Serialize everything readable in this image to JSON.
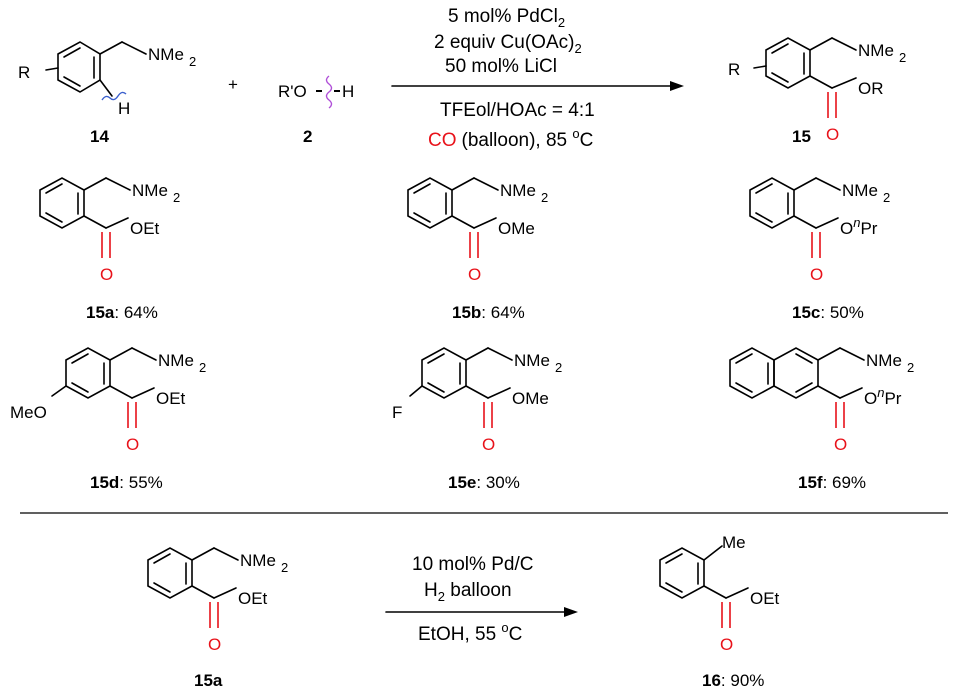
{
  "reaction_top": {
    "substrate": {
      "r_group": "R",
      "amine": "NMe",
      "amine_sub": "2",
      "h": "H",
      "id": "14"
    },
    "plus": "+",
    "reagent": {
      "label_left": "R'O",
      "label_right": "H",
      "id": "2"
    },
    "conditions": {
      "line1": "5 mol% PdCl",
      "line1_sub": "2",
      "line2": "2 equiv Cu(OAc)",
      "line2_sub": "2",
      "line3": "50 mol% LiCl",
      "line4": "TFEol/HOAc = 4:1",
      "line5_co": "CO",
      "line5_rest": "(balloon), 85 ",
      "line5_sup": "o",
      "line5_end": "C"
    },
    "product": {
      "r_group": "R",
      "amine": "NMe",
      "amine_sub": "2",
      "ester": "OR",
      "carbonyl_o": "O",
      "id": "15"
    }
  },
  "products": [
    {
      "id": "15a",
      "yield": ": 64%",
      "ester": "OEt",
      "amine": "NMe",
      "amine_sub": "2",
      "o": "O"
    },
    {
      "id": "15b",
      "yield": ": 64%",
      "ester": "OMe",
      "amine": "NMe",
      "amine_sub": "2",
      "o": "O"
    },
    {
      "id": "15c",
      "yield": ": 50%",
      "ester_o": "O",
      "ester_sup": "n",
      "ester_end": "Pr",
      "amine": "NMe",
      "amine_sub": "2",
      "o": "O"
    },
    {
      "id": "15d",
      "yield": ": 55%",
      "ester": "OEt",
      "sub": "MeO",
      "amine": "NMe",
      "amine_sub": "2",
      "o": "O"
    },
    {
      "id": "15e",
      "yield": ": 30%",
      "ester": "OMe",
      "sub": "F",
      "amine": "NMe",
      "amine_sub": "2",
      "o": "O"
    },
    {
      "id": "15f",
      "yield": ": 69%",
      "ester_o": "O",
      "ester_sup": "n",
      "ester_end": "Pr",
      "amine": "NMe",
      "amine_sub": "2",
      "o": "O"
    }
  ],
  "reaction_bottom": {
    "substrate": {
      "id": "15a",
      "ester": "OEt",
      "amine": "NMe",
      "amine_sub": "2",
      "o": "O"
    },
    "conditions": {
      "line1": "10 mol% Pd/C",
      "line2_pre": "H",
      "line2_sub": "2",
      "line2_rest": " balloon",
      "line3_pre": "EtOH, 55 ",
      "line3_sup": "o",
      "line3_end": "C"
    },
    "product": {
      "id": "16",
      "yield": ": 90%",
      "me": "Me",
      "ester": "OEt",
      "o": "O"
    }
  }
}
